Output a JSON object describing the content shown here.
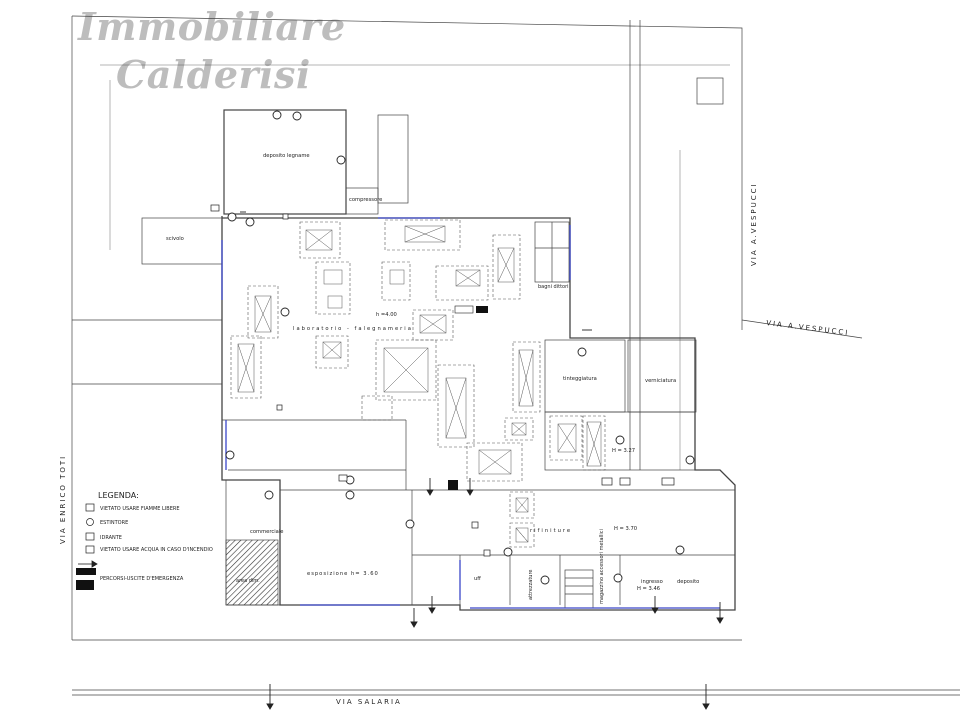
{
  "brand": {
    "line1": "Immobiliare",
    "line2": "Calderisi"
  },
  "rooms": {
    "deposito_legname": "deposito legname",
    "compressore": "compressore",
    "scivolo": "scivolo",
    "laboratorio": "laboratorio - falegnameria",
    "lab_height": "h =4.00",
    "bagni_dittori": "bagni dittori",
    "tinteggiatura": "tinteggiatura",
    "verniciatura": "verniciatura",
    "h327": "H = 3.27",
    "commerciale": "commerciale",
    "esposizione": "esposizione  h= 3.60",
    "finiture": "rifiniture",
    "h370": "H = 3.70",
    "uff": "uff",
    "attrezzature": "attrezzature",
    "magazzino": "magazzino accessori metallici",
    "ingresso": "ingresso",
    "ingresso_h": "H = 3.46",
    "deposito": "deposito",
    "area_dim": "area dim."
  },
  "streets": {
    "vespucci_v": "VIA A.VESPUCCI",
    "vespucci_h": "VIA A.VESPUCCI",
    "toti": "VIA ENRICO TOTI",
    "salaria": "VIA SALARIA"
  },
  "legend": {
    "title": "LEGENDA:",
    "items": [
      "VIETATO USARE FIAMME LIBERE",
      "ESTINTORE",
      "IDRANTE",
      "VIETATO USARE ACQUA IN CASO D'INCENDIO",
      "PERCORSI-USCITE D'EMERGENZA"
    ]
  },
  "colors": {
    "line": "#333333",
    "accent": "#3a46c8",
    "brand": "#bdbdbd"
  }
}
